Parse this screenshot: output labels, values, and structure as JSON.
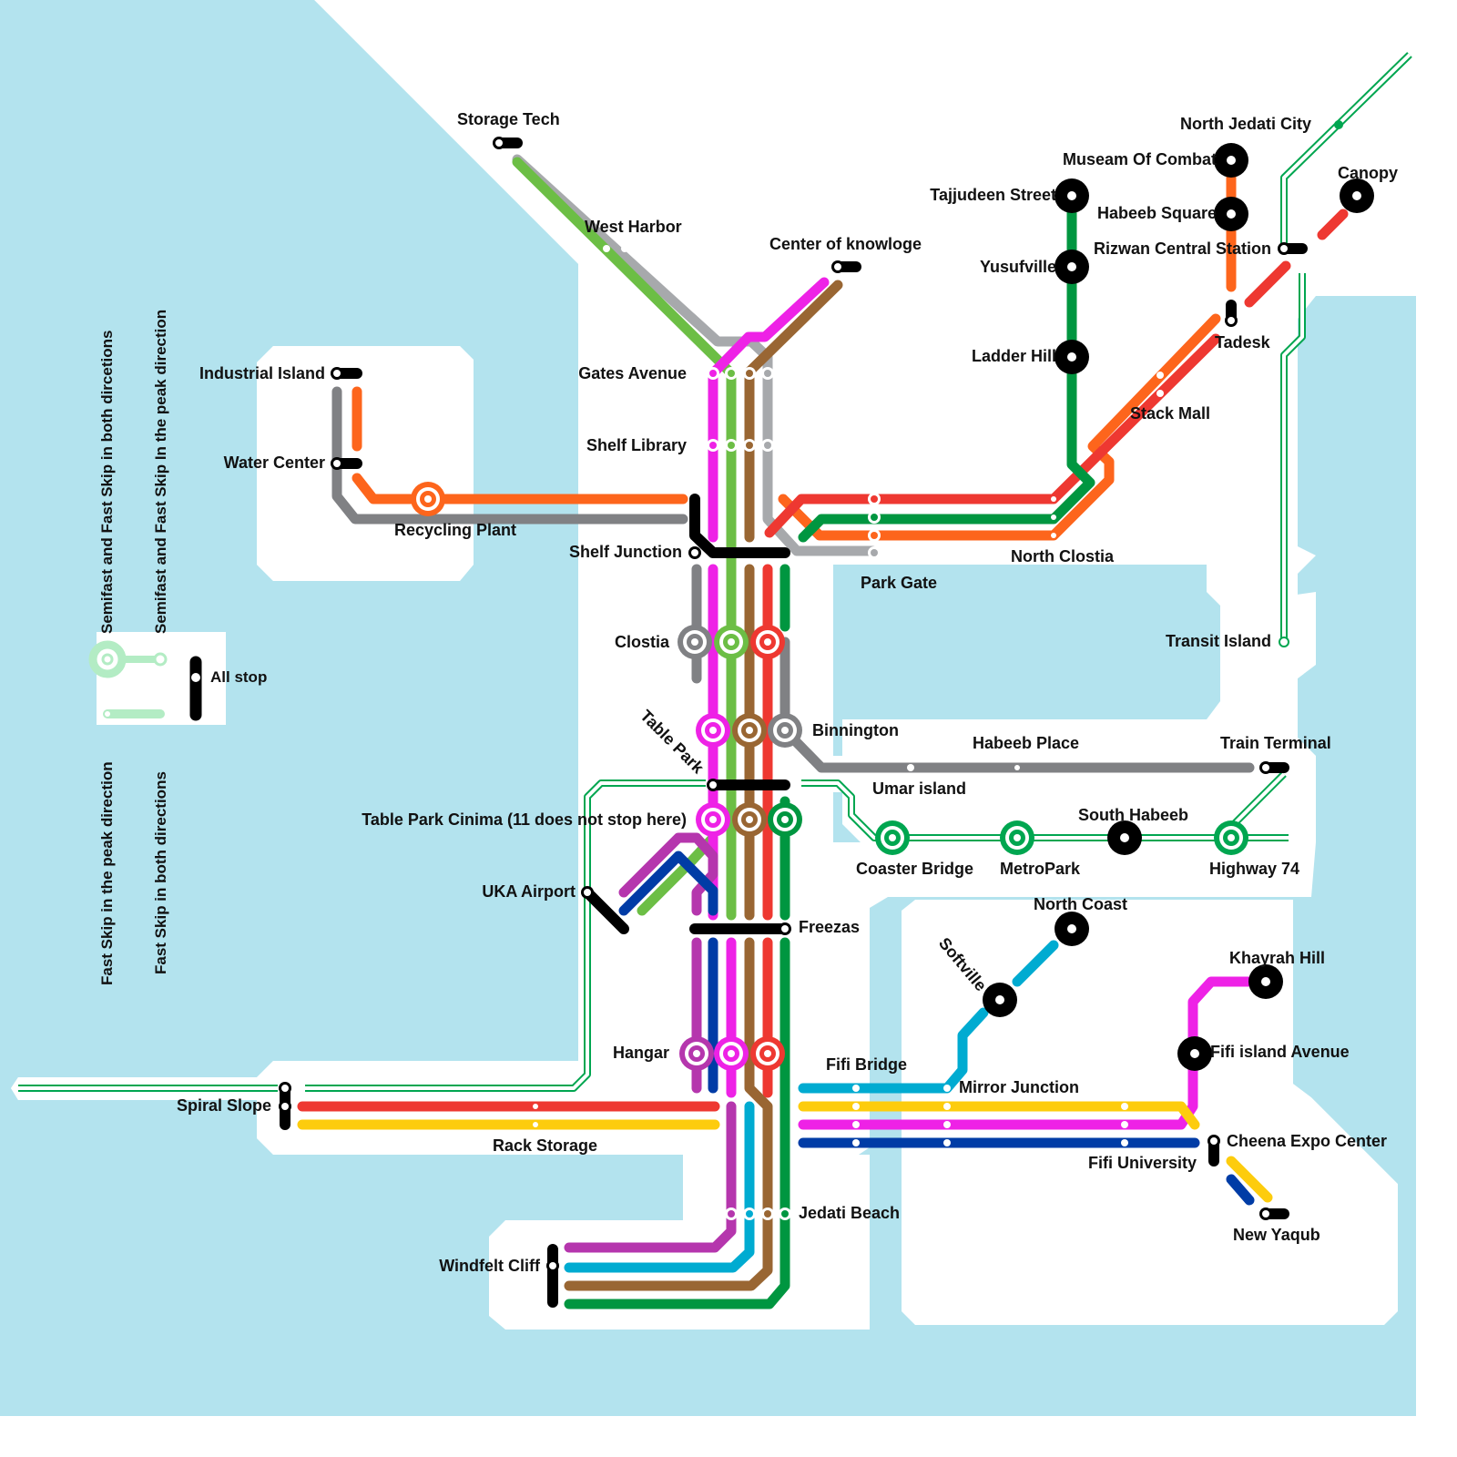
{
  "map": {
    "title": "Transit network map",
    "colors": {
      "water": "#b3e3ee",
      "land": "#ffffff",
      "red": "#ee3831",
      "orange": "#fd651c",
      "green": "#009640",
      "lime": "#6cbe45",
      "grey": "#808184",
      "silver": "#a7a9ac",
      "magenta": "#ee22e6",
      "purple": "#b536ad",
      "brown": "#996633",
      "navy": "#003ca6",
      "cyan": "#00abd1",
      "yellow": "#fdcc0d",
      "express": "#00a650",
      "stop": "#000000"
    },
    "legend": {
      "semifast_both": "Semifast and Fast Skip in both dircetions",
      "semifast_peak": "Semifast and Fast Skip In the peak direction",
      "fastskip_peak": "Fast Skip in the peak direction",
      "fastskip_both": "Fast Skip in both directions",
      "all_stop": "All stop"
    },
    "stations": [
      {
        "id": "storage-tech",
        "name": "Storage Tech"
      },
      {
        "id": "west-harbor",
        "name": "West Harbor"
      },
      {
        "id": "center-of-knowloge",
        "name": "Center of knowloge"
      },
      {
        "id": "gates-avenue",
        "name": "Gates Avenue"
      },
      {
        "id": "shelf-library",
        "name": "Shelf Library"
      },
      {
        "id": "industrial-island",
        "name": "Industrial Island"
      },
      {
        "id": "water-center",
        "name": "Water Center"
      },
      {
        "id": "recycling-plant",
        "name": "Recycling Plant"
      },
      {
        "id": "shelf-junction",
        "name": "Shelf Junction"
      },
      {
        "id": "park-gate",
        "name": "Park Gate"
      },
      {
        "id": "north-clostia",
        "name": "North Clostia"
      },
      {
        "id": "stack-mall",
        "name": "Stack Mall"
      },
      {
        "id": "tadesk",
        "name": "Tadesk"
      },
      {
        "id": "rizwan-central",
        "name": "Rizwan Central Station"
      },
      {
        "id": "habeeb-square",
        "name": "Habeeb Square"
      },
      {
        "id": "museam-of-combat",
        "name": "Museam Of Combat"
      },
      {
        "id": "north-jedati-city",
        "name": "North Jedati City"
      },
      {
        "id": "canopy",
        "name": "Canopy"
      },
      {
        "id": "tajjudeen-street",
        "name": "Tajjudeen Street"
      },
      {
        "id": "yusufville",
        "name": "Yusufville"
      },
      {
        "id": "ladder-hill",
        "name": "Ladder Hill"
      },
      {
        "id": "transit-island",
        "name": "Transit Island"
      },
      {
        "id": "clostia",
        "name": "Clostia"
      },
      {
        "id": "binnington",
        "name": "Binnington"
      },
      {
        "id": "table-park",
        "name": "Table Park"
      },
      {
        "id": "umar-island",
        "name": "Umar island"
      },
      {
        "id": "habeeb-place",
        "name": "Habeeb Place"
      },
      {
        "id": "train-terminal",
        "name": "Train Terminal"
      },
      {
        "id": "table-park-cinima",
        "name": "Table Park Cinima (11 does not stop here)"
      },
      {
        "id": "coaster-bridge",
        "name": "Coaster Bridge"
      },
      {
        "id": "metropark",
        "name": "MetroPark"
      },
      {
        "id": "south-habeeb",
        "name": "South Habeeb"
      },
      {
        "id": "highway-74",
        "name": "Highway 74"
      },
      {
        "id": "uka-airport",
        "name": "UKA Airport"
      },
      {
        "id": "freezas",
        "name": "Freezas"
      },
      {
        "id": "north-coast",
        "name": "North Coast"
      },
      {
        "id": "softville",
        "name": "Softville"
      },
      {
        "id": "khayrah-hill",
        "name": "Khayrah Hill"
      },
      {
        "id": "fifi-island-avenue",
        "name": "Fifi island Avenue"
      },
      {
        "id": "fifi-bridge",
        "name": "Fifi Bridge"
      },
      {
        "id": "mirror-junction",
        "name": "Mirror Junction"
      },
      {
        "id": "fifi-university",
        "name": "Fifi University"
      },
      {
        "id": "cheena-expo-center",
        "name": "Cheena Expo Center"
      },
      {
        "id": "new-yaqub",
        "name": "New Yaqub"
      },
      {
        "id": "hangar",
        "name": "Hangar"
      },
      {
        "id": "spiral-slope",
        "name": "Spiral Slope"
      },
      {
        "id": "rack-storage",
        "name": "Rack Storage"
      },
      {
        "id": "jedati-beach",
        "name": "Jedati Beach"
      },
      {
        "id": "windfelt-cliff",
        "name": "Windfelt Cliff"
      }
    ]
  }
}
